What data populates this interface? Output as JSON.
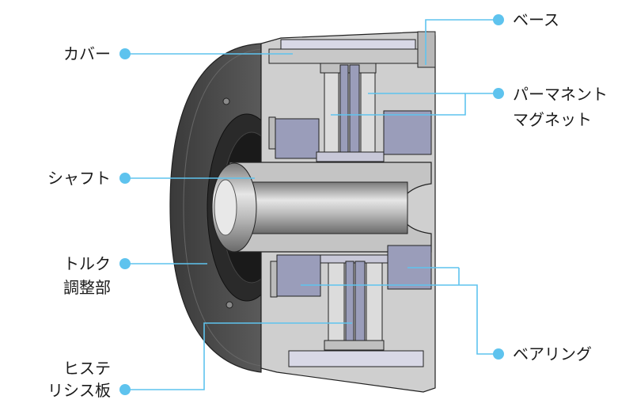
{
  "labels": {
    "cover": "カバー",
    "base": "ベース",
    "magnet_line1": "パーマネント",
    "magnet_line2": "マグネット",
    "shaft": "シャフト",
    "torque_line1": "トルク",
    "torque_line2": "調整部",
    "bearing": "ベアリング",
    "hysteresis_line1": "ヒステ",
    "hysteresis_line2": "リシス板"
  },
  "colors": {
    "leader": "#5ec3ee",
    "dot": "#5ec3ee",
    "housing": "#c8c8c8",
    "housing_dark": "#a8a8a8",
    "magnet": "#9a9dba",
    "disc": "#dcdcdc",
    "face": "#4a4a4a"
  }
}
